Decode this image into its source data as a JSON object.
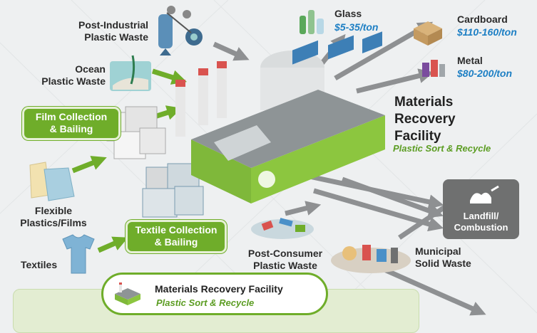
{
  "inputs": {
    "post_industrial": "Post-Industrial\nPlastic Waste",
    "ocean": "Ocean\nPlastic Waste",
    "film_collection": "Film Collection\n& Bailing",
    "flexible": "Flexible\nPlastics/Films",
    "textile_collection": "Textile Collection\n& Bailing",
    "textiles": "Textiles",
    "post_consumer": "Post-Consumer\nPlastic Waste",
    "municipal": "Municipal\nSolid Waste"
  },
  "outputs": {
    "glass": {
      "label": "Glass",
      "price": "$5-35/ton"
    },
    "cardboard": {
      "label": "Cardboard",
      "price": "$110-160/ton"
    },
    "metal": {
      "label": "Metal",
      "price": "$80-200/ton"
    },
    "landfill": "Landfill/\nCombustion"
  },
  "facility": {
    "title": "Materials\nRecovery\nFacility",
    "subtitle": "Plastic Sort & Recycle"
  },
  "legend": {
    "title": "Materials Recovery Facility",
    "subtitle": "Plastic Sort & Recycle"
  },
  "colors": {
    "green": "#6fad2a",
    "facility_green": "#8cc63f",
    "price_blue": "#1d7fc4",
    "arrow_gray": "#8e9092",
    "landfill_gray": "#6f7070"
  }
}
